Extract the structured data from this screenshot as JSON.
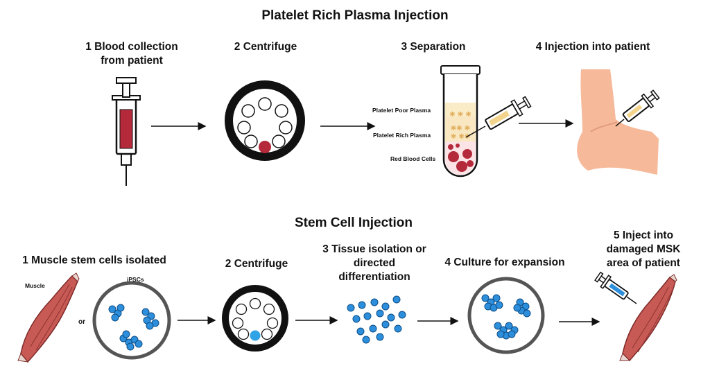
{
  "prp": {
    "title": "Platelet Rich Plasma Injection",
    "steps": [
      "1 Blood collection from patient",
      "2 Centrifuge",
      "3 Separation",
      "4 Injection into patient"
    ],
    "tube_layers": [
      "Platelet Poor Plasma",
      "Platelet Rich Plasma",
      "Red Blood Cells"
    ]
  },
  "stem": {
    "title": "Stem Cell Injection",
    "steps": [
      "1 Muscle stem cells isolated",
      "2 Centrifuge",
      "3 Tissue isolation or directed differentiation",
      "4 Culture for expansion",
      "5 Inject into damaged MSK area of patient"
    ],
    "muscle_label": "Muscle",
    "or_label": "or",
    "ipsc_label": "iPSCs"
  },
  "colors": {
    "blood": "#b52a3a",
    "cell_blue": "#2d8fdc",
    "skin": "#f6b99a",
    "muscle": "#c85a55",
    "plasma_yellow": "#f3d48c"
  }
}
